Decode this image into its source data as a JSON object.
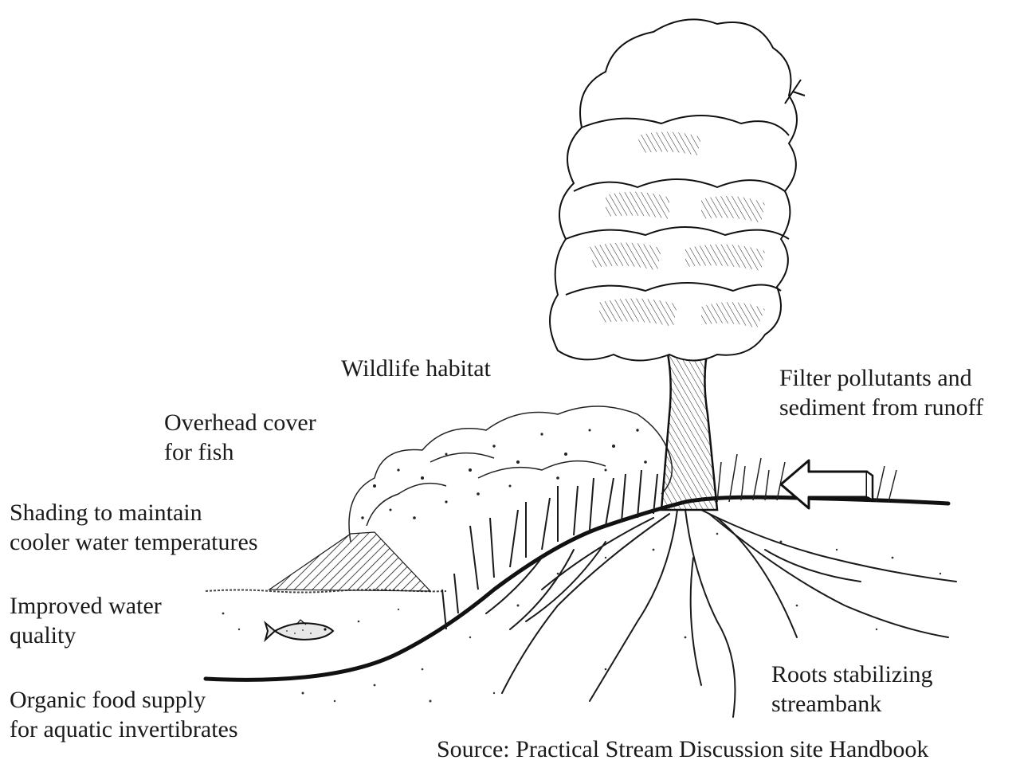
{
  "labels": {
    "wildlife_habitat": "Wildlife habitat",
    "overhead_cover": [
      "Overhead cover",
      "for fish"
    ],
    "shading": [
      "Shading to maintain",
      "cooler water temperatures"
    ],
    "improved_water": [
      "Improved water",
      "quality"
    ],
    "organic_food": [
      "Organic food supply",
      "for aquatic invertibrates"
    ],
    "filter_pollutants": [
      "Filter pollutants and",
      "sediment from runoff"
    ],
    "roots": [
      "Roots stabilizing",
      "streambank"
    ],
    "source": "Source: Practical Stream Discussion site Handbook"
  },
  "colors": {
    "ink": "#111111",
    "paper": "#ffffff"
  }
}
